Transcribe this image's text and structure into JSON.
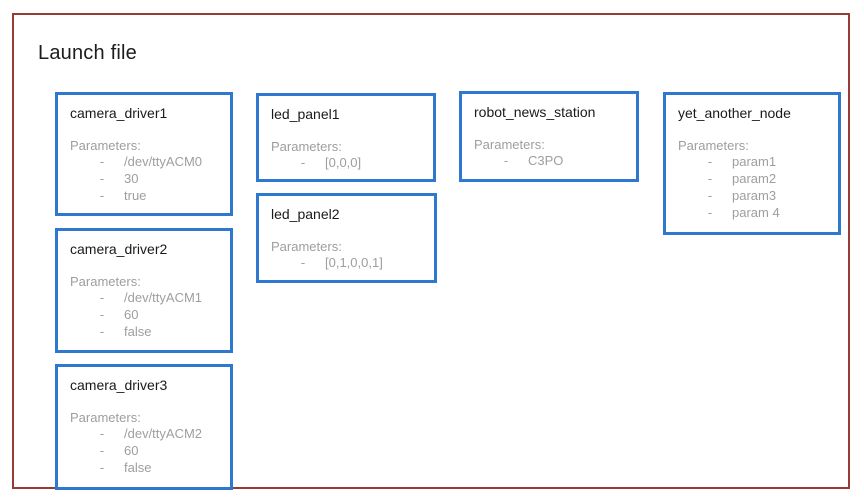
{
  "frame": {
    "title": "Launch file"
  },
  "colors": {
    "frame_border": "#963c34",
    "node_border": "#2e78cf",
    "node_title_text": "#1a1a1a",
    "param_text": "#9e9e9e",
    "background": "#ffffff"
  },
  "bullet": "-",
  "nodes": [
    {
      "name": "camera_driver1",
      "params_label": "Parameters:",
      "params": [
        "/dev/ttyACM0",
        "30",
        "true"
      ]
    },
    {
      "name": "camera_driver2",
      "params_label": "Parameters:",
      "params": [
        "/dev/ttyACM1",
        "60",
        "false"
      ]
    },
    {
      "name": "camera_driver3",
      "params_label": "Parameters:",
      "params": [
        "/dev/ttyACM2",
        "60",
        "false"
      ]
    },
    {
      "name": "led_panel1",
      "params_label": "Parameters:",
      "params": [
        "[0,0,0]"
      ]
    },
    {
      "name": "led_panel2",
      "params_label": "Parameters:",
      "params": [
        "[0,1,0,0,1]"
      ]
    },
    {
      "name": "robot_news_station",
      "params_label": "Parameters:",
      "params": [
        "C3PO"
      ]
    },
    {
      "name": "yet_another_node",
      "params_label": "Parameters:",
      "params": [
        "param1",
        "param2",
        "param3",
        "param 4"
      ]
    }
  ]
}
